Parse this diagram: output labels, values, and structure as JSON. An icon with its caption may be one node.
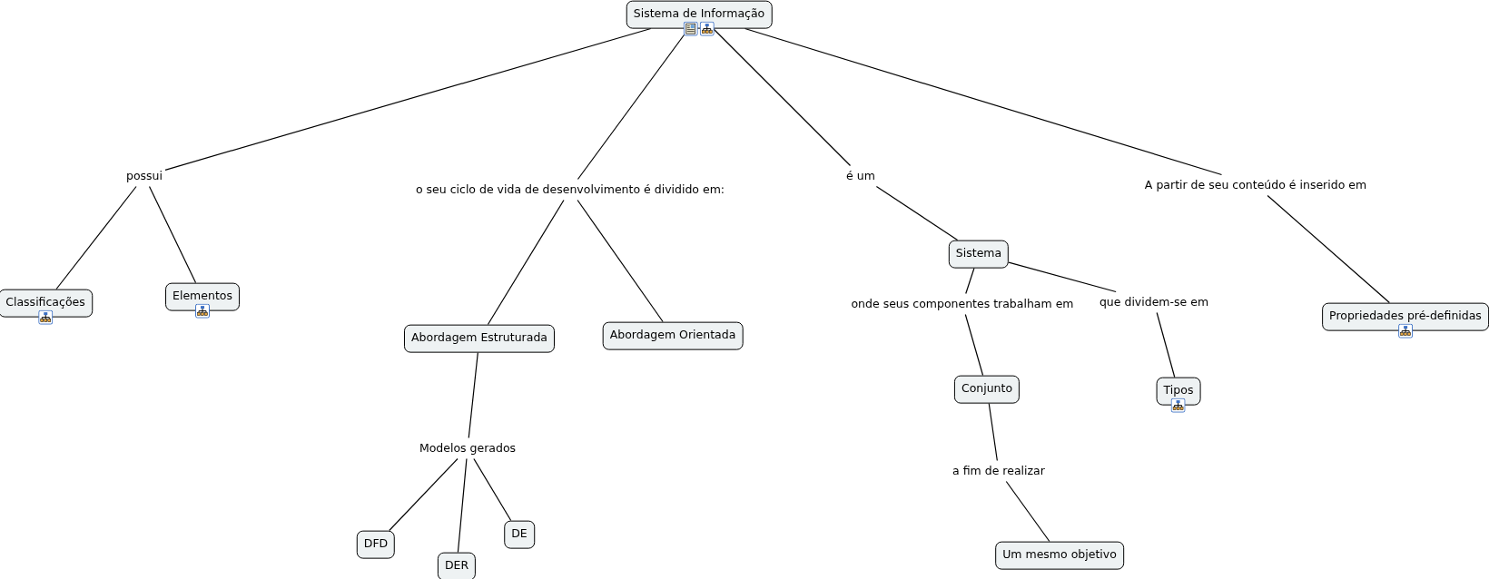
{
  "diagram": {
    "nodes": [
      {
        "text": [
          "Sistema de Informação"
        ]
      },
      {
        "text": [
          "possui"
        ]
      },
      {
        "text": [
          "Classificações"
        ]
      },
      {
        "text": [
          "Elementos"
        ]
      },
      {
        "text": [
          "o seu ciclo de vida de desenvolvimento é dividido em:"
        ]
      },
      {
        "text": [
          "Abordagem Estruturada"
        ]
      },
      {
        "text": [
          "Abordagem Orientada"
        ]
      },
      {
        "text": [
          "Modelos gerados"
        ]
      },
      {
        "text": [
          "DFD"
        ]
      },
      {
        "text": [
          "DER"
        ]
      },
      {
        "text": [
          "DE"
        ]
      },
      {
        "text": [
          "é um"
        ]
      },
      {
        "text": [
          "Sistema"
        ]
      },
      {
        "text": [
          "onde seus componentes trabalham em"
        ]
      },
      {
        "text": [
          "que dividem-se em"
        ]
      },
      {
        "text": [
          "Conjunto"
        ]
      },
      {
        "text": [
          "Tipos"
        ]
      },
      {
        "text": [
          "a fim de realizar"
        ]
      },
      {
        "text": [
          "Um mesmo objetivo"
        ]
      },
      {
        "text": [
          "A partir de seu conteúdo é inserido em"
        ]
      },
      {
        "text": [
          "Propriedades pré-definidas"
        ]
      }
    ],
    "edges": [
      {
        "from": 0,
        "to": 1,
        "arrow": "none"
      },
      {
        "from": 1,
        "to": 2,
        "arrow": "none"
      },
      {
        "from": 1,
        "to": 3,
        "arrow": "none"
      },
      {
        "from": 0,
        "to": 4,
        "arrow": "none"
      },
      {
        "from": 4,
        "to": 5,
        "arrow": "none"
      },
      {
        "from": 4,
        "to": 6,
        "arrow": "none"
      },
      {
        "from": 5,
        "to": 7,
        "arrow": "none"
      },
      {
        "from": 7,
        "to": 8,
        "arrow": "none"
      },
      {
        "from": 7,
        "to": 9,
        "arrow": "none"
      },
      {
        "from": 7,
        "to": 10,
        "arrow": "none"
      },
      {
        "from": 0,
        "to": 11,
        "arrow": "none"
      },
      {
        "from": 11,
        "to": 12,
        "arrow": "none"
      },
      {
        "from": 12,
        "to": 13,
        "arrow": "none"
      },
      {
        "from": 12,
        "to": 14,
        "arrow": "none"
      },
      {
        "from": 13,
        "to": 15,
        "arrow": "none"
      },
      {
        "from": 14,
        "to": 16,
        "arrow": "none"
      },
      {
        "from": 15,
        "to": 17,
        "arrow": "none"
      },
      {
        "from": 17,
        "to": 18,
        "arrow": "none"
      },
      {
        "from": 0,
        "to": 19,
        "arrow": "none"
      },
      {
        "from": 19,
        "to": 20,
        "arrow": "none"
      }
    ]
  }
}
